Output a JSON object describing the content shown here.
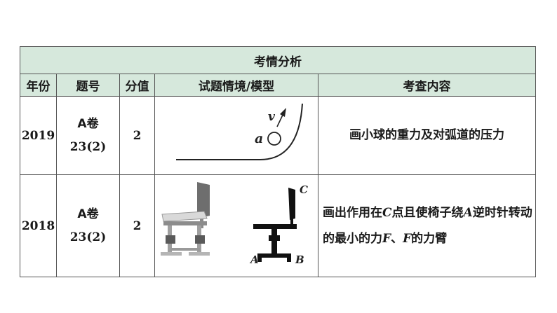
{
  "table": {
    "title": "考情分析",
    "headers": [
      "年份",
      "题号",
      "分值",
      "试题情境/模型",
      "考查内容"
    ],
    "rows": [
      {
        "year": "2019",
        "paper": "A卷",
        "question": "23(2)",
        "score": "2",
        "diagram": {
          "velocity_label": "v",
          "point_label": "a"
        },
        "content": "画小球的重力及对弧道的压力"
      },
      {
        "year": "2018",
        "paper": "A卷",
        "question": "23(2)",
        "score": "2",
        "diagram": {
          "label_a": "A",
          "label_b": "B",
          "label_c": "C"
        },
        "content_parts": {
          "p1": "画出作用在",
          "c": "C",
          "p2": "点且使椅子绕",
          "a": "A",
          "p3": "逆时针转动的最小的力",
          "f1": "F",
          "p4": "、",
          "f2": "F",
          "p5": "的力臂"
        }
      }
    ]
  },
  "colors": {
    "header_bg": "#d6e8dc",
    "border": "#555555",
    "text": "#1a1a1a"
  }
}
